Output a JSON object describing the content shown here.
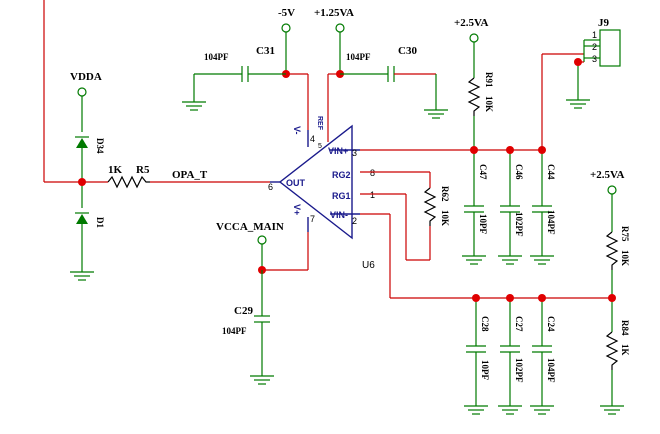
{
  "nets": {
    "vdda": "VDDA",
    "neg5v": "-5V",
    "pos125va": "+1.25VA",
    "pos25va_top": "+2.5VA",
    "pos25va_right": "+2.5VA",
    "vcca_main": "VCCA_MAIN",
    "opa_t": "OPA_T"
  },
  "components": {
    "d34": "D34",
    "d1": "D1",
    "r5_value": "1K",
    "r5_ref": "R5",
    "c31_value": "104PF",
    "c31_ref": "C31",
    "c30_value": "104PF",
    "c30_ref": "C30",
    "c29_ref": "C29",
    "c29_value": "104PF",
    "r91_ref": "R91",
    "r91_value": "10K",
    "c47_ref": "C47",
    "c47_value": "10PF",
    "c46_ref": "C46",
    "c46_value": "102PF",
    "c44_ref": "C44",
    "c44_value": "104PF",
    "r62_ref": "R62",
    "r62_value": "10K",
    "r75_ref": "R75",
    "r75_value": "10K",
    "r84_ref": "R84",
    "r84_value": "1K",
    "c28_ref": "C28",
    "c28_value": "10PF",
    "c27_ref": "C27",
    "c27_value": "102PF",
    "c24_ref": "C24",
    "c24_value": "104PF",
    "j9_ref": "J9",
    "j9_pin1": "1",
    "j9_pin2": "2",
    "j9_pin3": "3",
    "u6_ref": "U6"
  },
  "opamp": {
    "out": "OUT",
    "vin_plus": "VIN+",
    "vin_minus": "VIN-",
    "rg2": "RG2",
    "rg1": "RG1",
    "vneg": "V-",
    "vpos": "V+",
    "ref": "REF",
    "pin3": "3",
    "pin2": "2",
    "pin6": "6",
    "pin4": "4",
    "pin7": "7",
    "pin8": "8",
    "pin1": "1",
    "pin5": "5"
  }
}
